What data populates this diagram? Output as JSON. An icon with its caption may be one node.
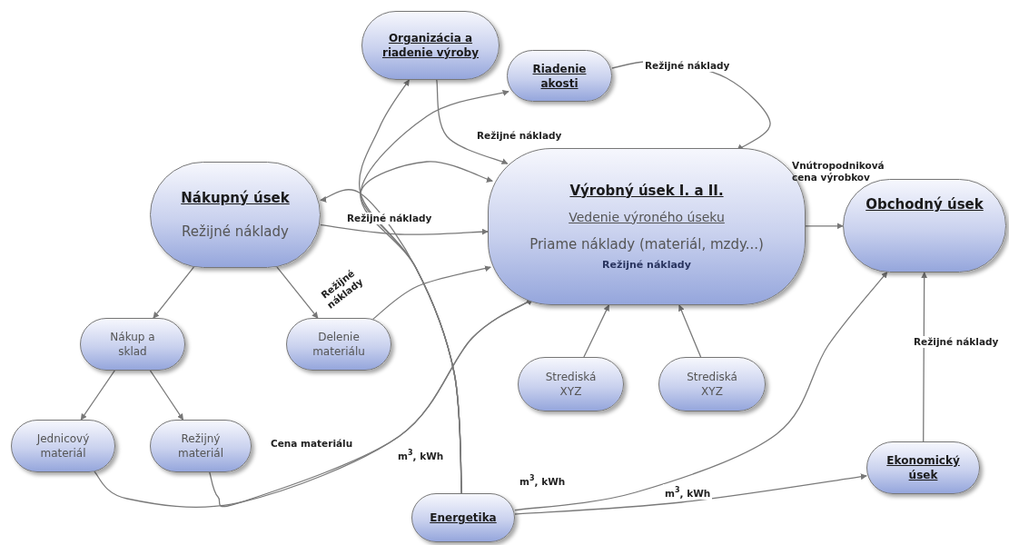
{
  "diagram": {
    "nodes": [
      {
        "text": [
          "Organizácia a riadenie výroby"
        ]
      },
      {
        "text": [
          "Riadenie akosti"
        ]
      },
      {
        "text": [
          "Nákupný úsek",
          "Režijné náklady"
        ]
      },
      {
        "text": [
          "Výrobný úsek I. a II.",
          "Vedenie výroného úseku",
          "Priame náklady (materiál, mzdy...)",
          "Režijné náklady"
        ]
      },
      {
        "text": [
          "Obchodný úsek"
        ]
      },
      {
        "text": [
          "Nákup a sklad"
        ]
      },
      {
        "text": [
          "Delenie materiálu"
        ]
      },
      {
        "text": [
          "Strediská XYZ"
        ]
      },
      {
        "text": [
          "Strediská XYZ"
        ]
      },
      {
        "text": [
          "Jednicový materiál"
        ]
      },
      {
        "text": [
          "Režijný materiál"
        ]
      },
      {
        "text": [
          "Energetika"
        ]
      },
      {
        "text": [
          "Ekonomický úsek"
        ]
      }
    ],
    "edges": [
      {
        "from": 11,
        "to": 2,
        "arrow": "to",
        "label": "m$^{3}$, kWh"
      },
      {
        "from": 11,
        "to": 0,
        "arrow": "to"
      },
      {
        "from": 11,
        "to": 1,
        "arrow": "to"
      },
      {
        "from": 11,
        "to": 3,
        "arrow": "to"
      },
      {
        "from": 0,
        "to": 3,
        "arrow": "to",
        "label": "Režijné náklady"
      },
      {
        "from": 2,
        "to": 3,
        "arrow": "to",
        "label": "Režijné náklady"
      },
      {
        "from": 1,
        "to": 3,
        "arrow": "to",
        "label": "Režijné náklady"
      },
      {
        "from": 3,
        "to": 4,
        "arrow": "to",
        "label": "Vnútropodniková cena výrobkov"
      },
      {
        "from": 2,
        "to": 5,
        "arrow": "to"
      },
      {
        "from": 2,
        "to": 6,
        "arrow": "to"
      },
      {
        "from": 5,
        "to": 9,
        "arrow": "to"
      },
      {
        "from": 5,
        "to": 10,
        "arrow": "to"
      },
      {
        "from": 9,
        "to": 3,
        "arrow": "to",
        "label": "Cena materiálu"
      },
      {
        "from": 10,
        "to": 3,
        "arrow": "to"
      },
      {
        "from": 6,
        "to": 3,
        "arrow": "to",
        "label": "Režijné náklady"
      },
      {
        "from": 7,
        "to": 3,
        "arrow": "to"
      },
      {
        "from": 8,
        "to": 3,
        "arrow": "to"
      },
      {
        "from": 11,
        "to": 4,
        "arrow": "to",
        "label": "m$^{3}$, kWh"
      },
      {
        "from": 11,
        "to": 12,
        "arrow": "to",
        "label": "m$^{3}$, kWh"
      },
      {
        "from": 12,
        "to": 4,
        "arrow": "to",
        "label": "Režijné náklady"
      }
    ]
  }
}
